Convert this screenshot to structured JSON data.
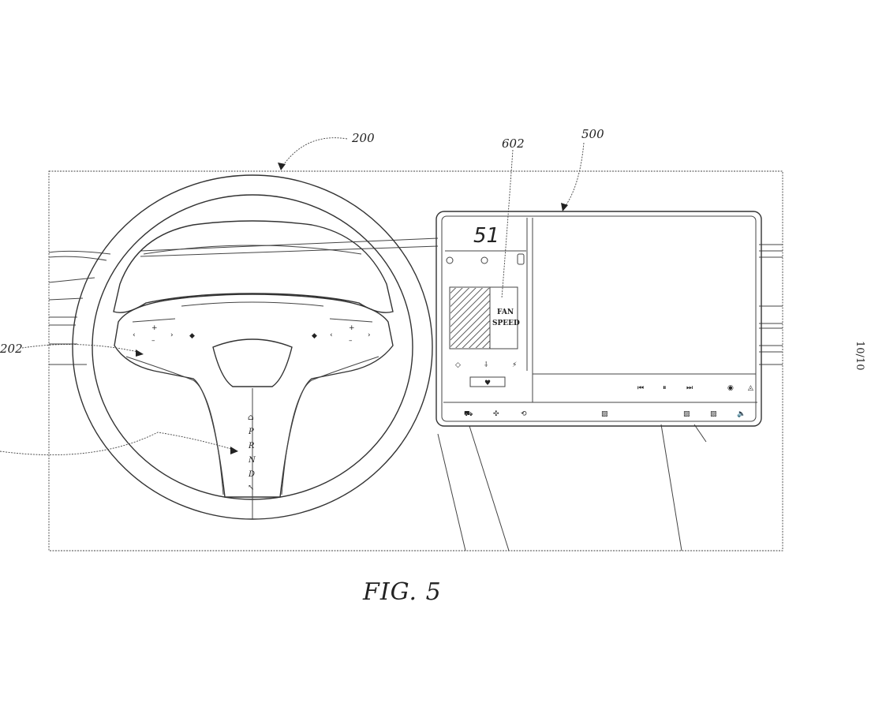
{
  "labels": {
    "ref_200": "200",
    "ref_202": "202",
    "ref_500": "500",
    "ref_602": "602",
    "figure": "FIG. 5",
    "page_number": "10/10"
  },
  "display": {
    "speed": "51",
    "fan_line1": "FAN",
    "fan_line2": "SPEED"
  },
  "gear_selector": {
    "letters": [
      "P",
      "R",
      "N",
      "D"
    ]
  }
}
